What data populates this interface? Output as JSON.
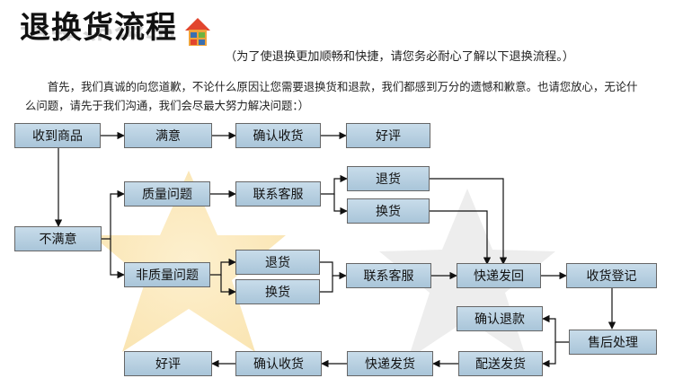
{
  "header": {
    "title": "退换货流程",
    "subtitle": "（为了使退换更加顺畅和快捷，请您务必耐心了解以下退换流程。）",
    "intro": "首先，我们真诚的向您道歉，不论什么原因让您需要退换货和退款，我们都感到万分的遗憾和歉意。也请您放心，无论什么问题，请先于我们沟通，我们会尽最大努力解决问题：）"
  },
  "colors": {
    "box_top": "#c8dcea",
    "box_bottom": "#a9c5d9",
    "box_border": "#666666",
    "arrow": "#111111",
    "star": "#f5c35a"
  },
  "icons": {
    "logo": "house-icon"
  },
  "flow": {
    "received": "收到商品",
    "satisfied": "满意",
    "confirm_receipt_top": "确认收货",
    "good_review_top": "好评",
    "unsatisfied": "不满意",
    "quality_issue": "质量问题",
    "contact_service_1": "联系客服",
    "return_1": "退货",
    "exchange_1": "换货",
    "non_quality_issue": "非质量问题",
    "return_2": "退货",
    "exchange_2": "换货",
    "contact_service_2": "联系客服",
    "express_return": "快递发回",
    "receipt_register": "收货登记",
    "confirm_refund": "确认退款",
    "after_sales": "售后处理",
    "delivery": "配送发货",
    "express_ship": "快递发货",
    "confirm_receipt_bottom": "确认收货",
    "good_review_bottom": "好评"
  }
}
